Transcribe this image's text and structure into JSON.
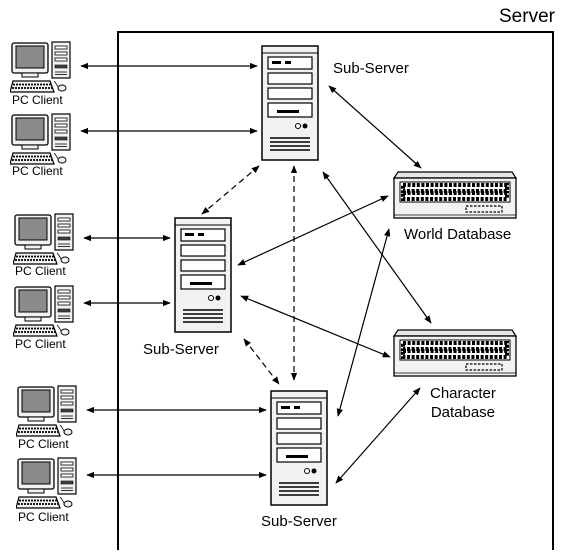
{
  "diagram": {
    "title": "Server",
    "clients": [
      {
        "label": "PC Client"
      },
      {
        "label": "PC Client"
      },
      {
        "label": "PC Client"
      },
      {
        "label": "PC Client"
      },
      {
        "label": "PC Client"
      },
      {
        "label": "PC Client"
      }
    ],
    "sub_servers": [
      {
        "label": "Sub-Server"
      },
      {
        "label": "Sub-Server"
      },
      {
        "label": "Sub-Server"
      }
    ],
    "databases": {
      "world": {
        "label": "World Database"
      },
      "character": {
        "line1": "Character",
        "line2": "Database"
      }
    },
    "colors": {
      "line": "#000000",
      "device_fill": "#f2f2f2",
      "screen_fill": "#8a8a8a",
      "dark": "#222222"
    },
    "icons": [
      "desktop-computer-icon",
      "tower-server-icon",
      "rack-database-icon"
    ]
  }
}
